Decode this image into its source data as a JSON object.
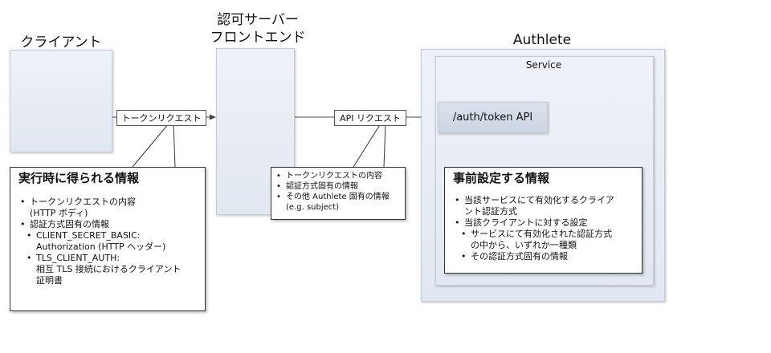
{
  "client": {
    "title": "クライアント"
  },
  "server": {
    "title_line1": "認可サーバー",
    "title_line2": "フロントエンド"
  },
  "authlete": {
    "title": "Authlete",
    "service_label": "Service",
    "api_label": "/auth/token API"
  },
  "arrows": {
    "token_request": "トークンリクエスト",
    "api_request": "API リクエスト"
  },
  "note_runtime": {
    "heading": "実行時に得られる情報",
    "items": [
      "トークンリクエストの内容",
      "(HTTP ボディ)",
      "認証方式固有の情報",
      "CLIENT_SECRET_BASIC:",
      "Authorization (HTTP ヘッダー)",
      "TLS_CLIENT_AUTH:",
      "相互 TLS 接続におけるクライアント",
      "証明書"
    ]
  },
  "note_api": {
    "items": [
      "トークンリクエストの内容",
      "認証方式固有の情報",
      "その他 Authlete 固有の情報",
      "(e.g. subject)"
    ]
  },
  "note_preset": {
    "heading": "事前設定する情報",
    "items": [
      "当該サービスにて有効化するクライア",
      "ント認証方式",
      "当該クライアントに対する設定",
      "サービスにて有効化された認証方式",
      "の中から、いずれか一種類",
      "その認証方式固有の情報"
    ]
  }
}
